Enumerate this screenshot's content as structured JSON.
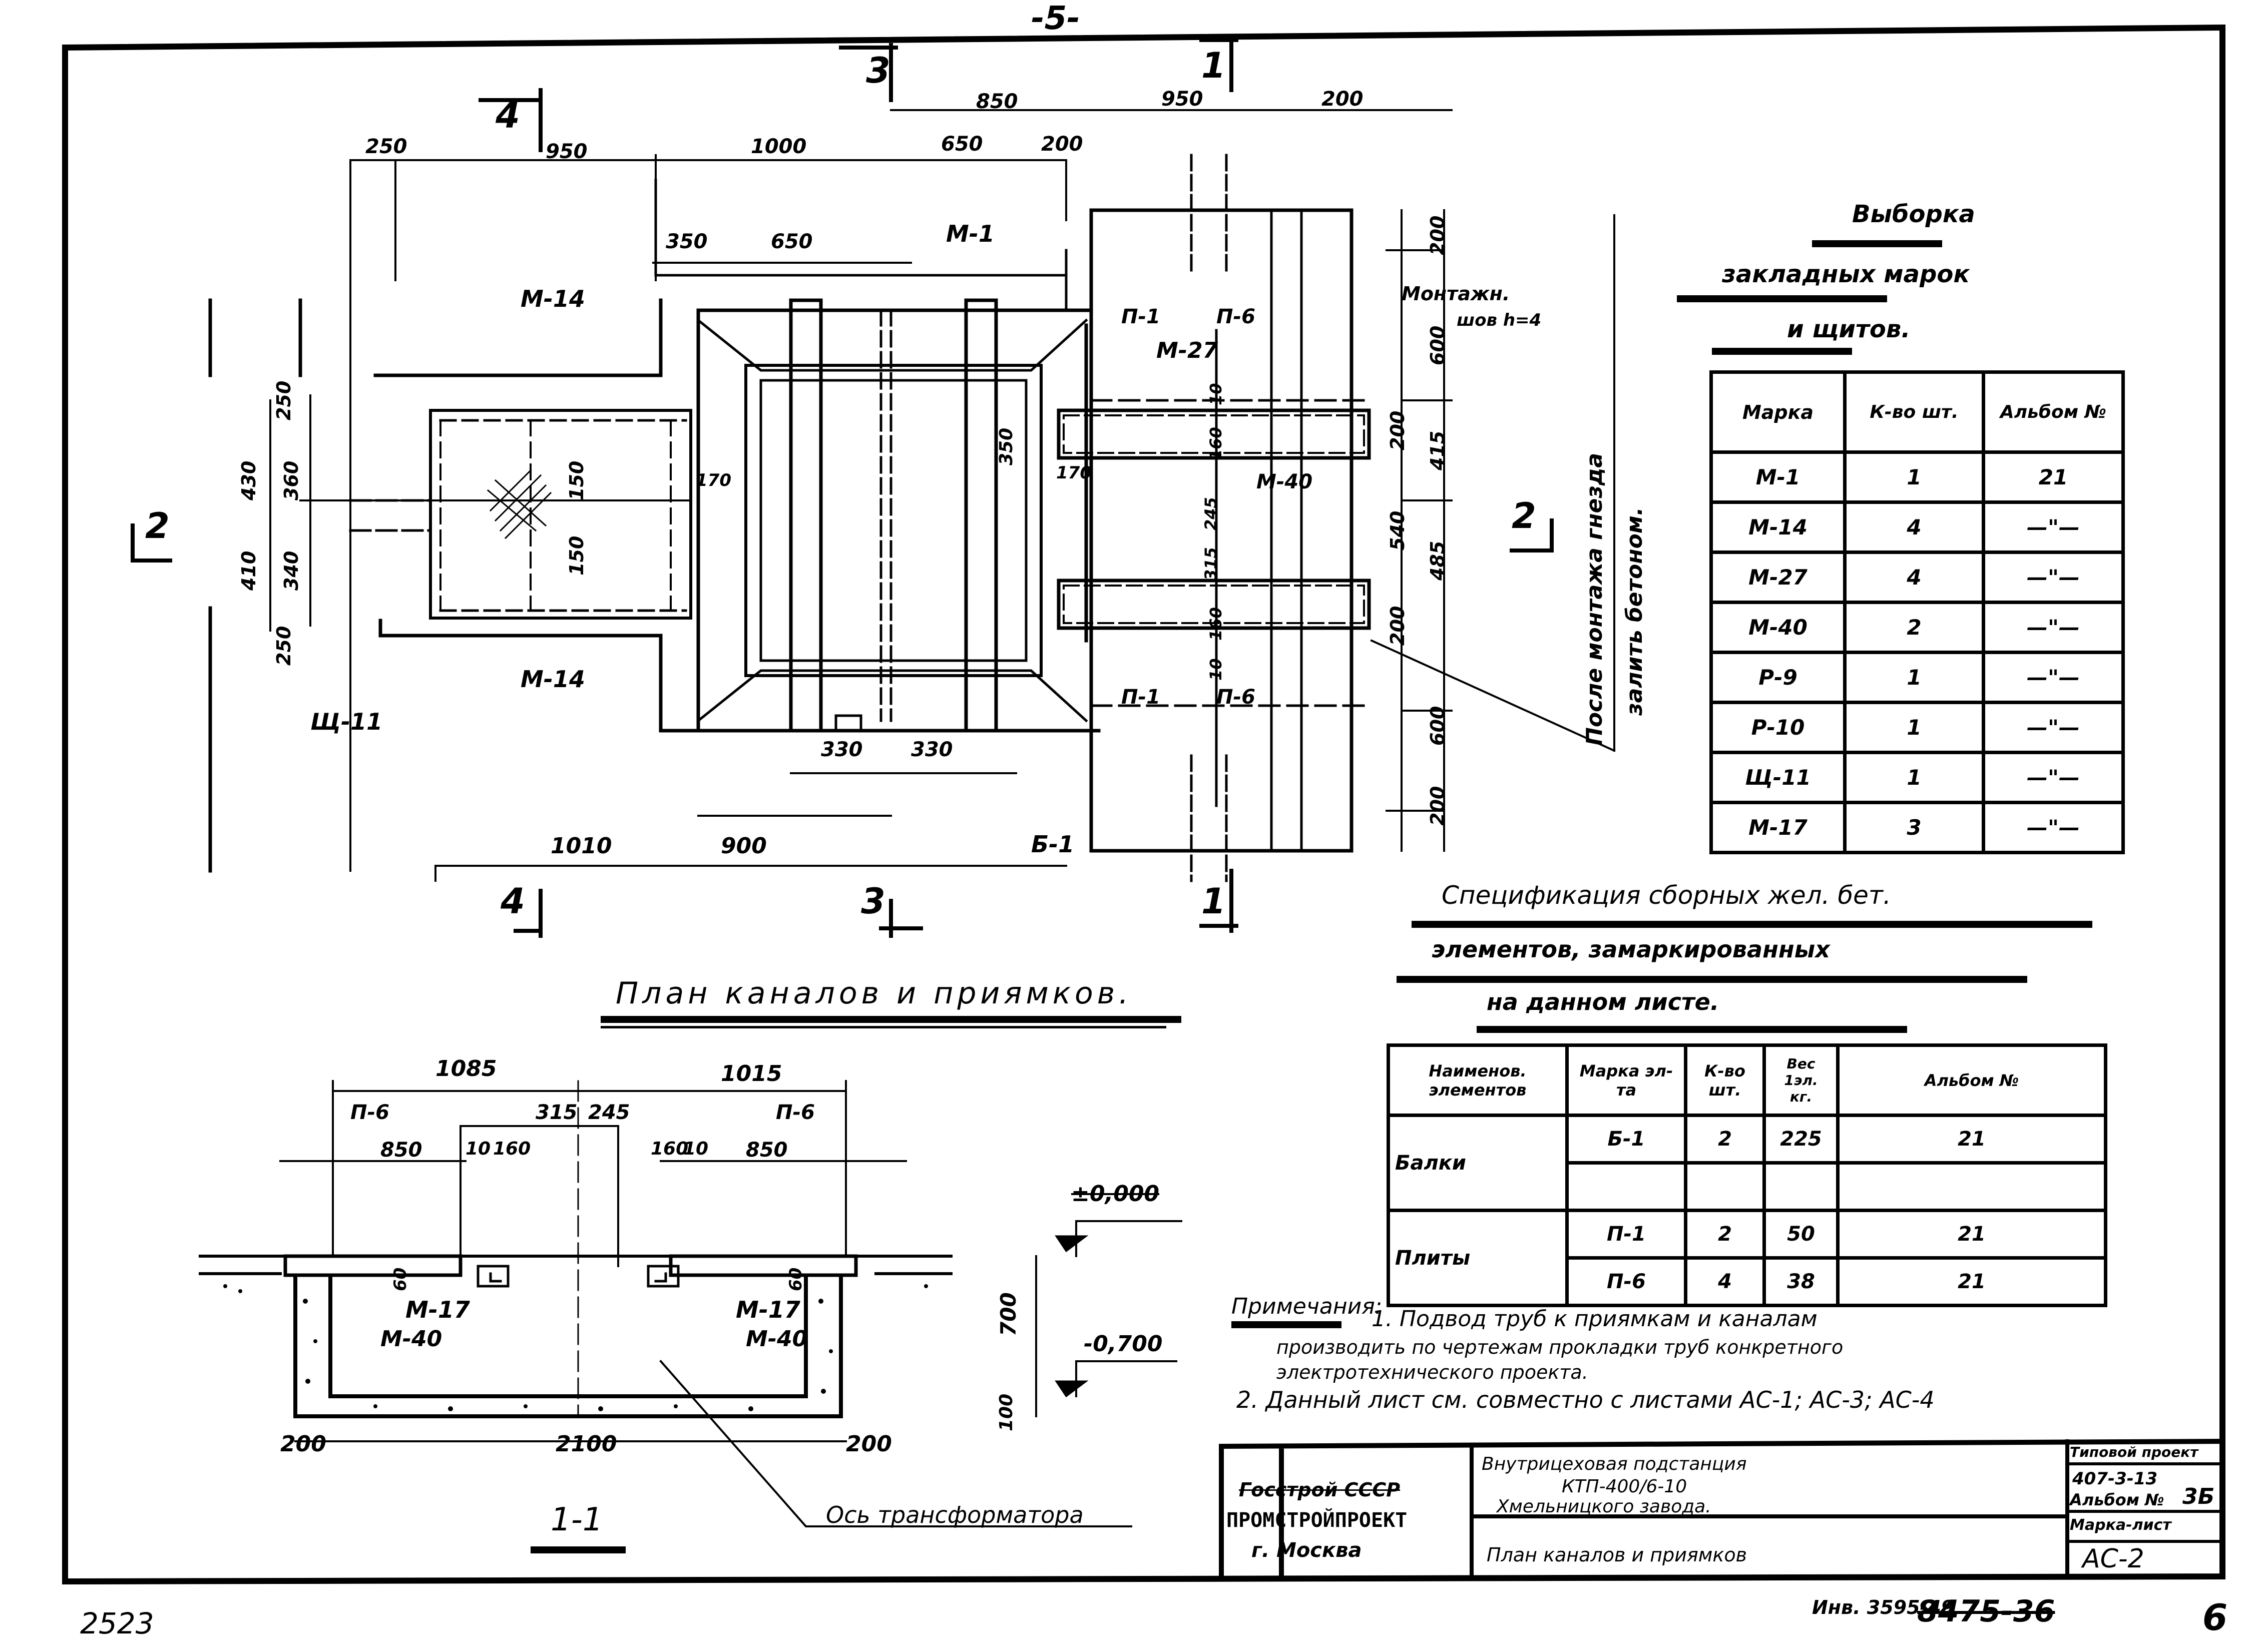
{
  "sheet": {
    "page_number": "-5-",
    "archive_number": "2523",
    "inventory": "Инв. 3595-49",
    "code_struck": "8475-36",
    "code_suffix": "6"
  },
  "plan": {
    "title": "План каналов и приямков.",
    "section_marks": [
      "1",
      "2",
      "3",
      "4"
    ],
    "top_dims": [
      "250",
      "950",
      "1000",
      "650",
      "200",
      "850",
      "950",
      "200",
      "350",
      "650"
    ],
    "left_dims": [
      "250",
      "430",
      "360",
      "410",
      "340",
      "250",
      "150",
      "150",
      "170"
    ],
    "right_dims": [
      "200",
      "600",
      "200",
      "415",
      "540",
      "485",
      "200",
      "600",
      "200",
      "160",
      "245",
      "315",
      "160",
      "10",
      "10",
      "350",
      "170"
    ],
    "bottom_dims": [
      "1010",
      "900",
      "330",
      "330"
    ],
    "callouts": {
      "m14_top": "М-14",
      "m14_bottom": "М-14",
      "shch11": "Щ-11",
      "m1": "М-1",
      "b1": "Б-1",
      "p1_top": "П-1",
      "p6_top": "П-6",
      "m27": "М-27",
      "m40": "М-40",
      "p1_bottom": "П-1",
      "p6_bottom": "П-6",
      "weld": "Монтажн.",
      "weld2": "шов h=4"
    },
    "side_note_line1": "После монтажа гнезда",
    "side_note_line2": "залить бетоном."
  },
  "section": {
    "title": "1-1",
    "dims_top": [
      "1085",
      "1015",
      "315",
      "245",
      "850",
      "10",
      "160",
      "160",
      "10",
      "850",
      "60",
      "60"
    ],
    "dims_bottom": [
      "200",
      "2100",
      "200"
    ],
    "dims_right": [
      "700",
      "100"
    ],
    "level_top": "±0,000",
    "level_bottom": "-0,700",
    "labels": {
      "p6_left": "П-6",
      "p6_right": "П-6",
      "m17_left": "М-17",
      "m17_right": "М-17",
      "m40_left": "М-40",
      "m40_right": "М-40"
    },
    "axis_label": "Ось трансформатора"
  },
  "selection_table": {
    "title_lines": [
      "Выборка",
      "закладных марок",
      "и щитов."
    ],
    "headers": [
      "Марка",
      "К-во шт.",
      "Альбом №"
    ],
    "rows": [
      {
        "mark": "М-1",
        "qty": "1",
        "album": "21"
      },
      {
        "mark": "М-14",
        "qty": "4",
        "album": "—\"—"
      },
      {
        "mark": "М-27",
        "qty": "4",
        "album": "—\"—"
      },
      {
        "mark": "М-40",
        "qty": "2",
        "album": "—\"—"
      },
      {
        "mark": "Р-9",
        "qty": "1",
        "album": "—\"—"
      },
      {
        "mark": "Р-10",
        "qty": "1",
        "album": "—\"—"
      },
      {
        "mark": "Щ-11",
        "qty": "1",
        "album": "—\"—"
      },
      {
        "mark": "М-17",
        "qty": "3",
        "album": "—\"—"
      }
    ]
  },
  "spec_table": {
    "title_lines": [
      "Спецификация сборных жел. бет.",
      "элементов, замаркированных",
      "на данном листе."
    ],
    "headers": [
      "Наименов. элементов",
      "Марка эл-та",
      "К-во шт.",
      "Вес 1эл. кг.",
      "Альбом №"
    ],
    "groups": [
      {
        "name": "Балки",
        "rows": [
          {
            "mark": "Б-1",
            "qty": "2",
            "weight": "225",
            "album": "21"
          },
          {
            "mark": "",
            "qty": "",
            "weight": "",
            "album": ""
          }
        ]
      },
      {
        "name": "Плиты",
        "rows": [
          {
            "mark": "П-1",
            "qty": "2",
            "weight": "50",
            "album": "21"
          },
          {
            "mark": "П-6",
            "qty": "4",
            "weight": "38",
            "album": "21"
          }
        ]
      }
    ]
  },
  "notes": {
    "heading": "Примечания:",
    "items": [
      "1. Подвод труб к приямкам и каналам производить по чертежам прокладки труб конкретного электротехнического проекта.",
      "2. Данный лист см. совместно с листами АС-1; АС-3; АС-4"
    ],
    "line1a": "1. Подвод труб к приямкам и каналам",
    "line1b": "производить по чертежам прокладки труб конкретного",
    "line1c": "электротехнического проекта.",
    "line2": "2. Данный лист см. совместно с листами АС-1; АС-3; АС-4"
  },
  "title_block": {
    "org_struck": "Госстрой СССР",
    "org": "ПРОМСТРОЙПРОЕКТ",
    "city": "г. Москва",
    "project_line1": "Внутрицеховая подстанция",
    "project_line2": "КТП-400/6-10",
    "project_line3": "Хмельницкого завода.",
    "sheet_title": "План каналов и приямков",
    "typical_label": "Типовой проект",
    "typical_value": "407-3-13",
    "album_label": "Альбом №",
    "album_value": "3Б",
    "mark_label": "Марка-лист",
    "mark_value": "АС-2"
  }
}
